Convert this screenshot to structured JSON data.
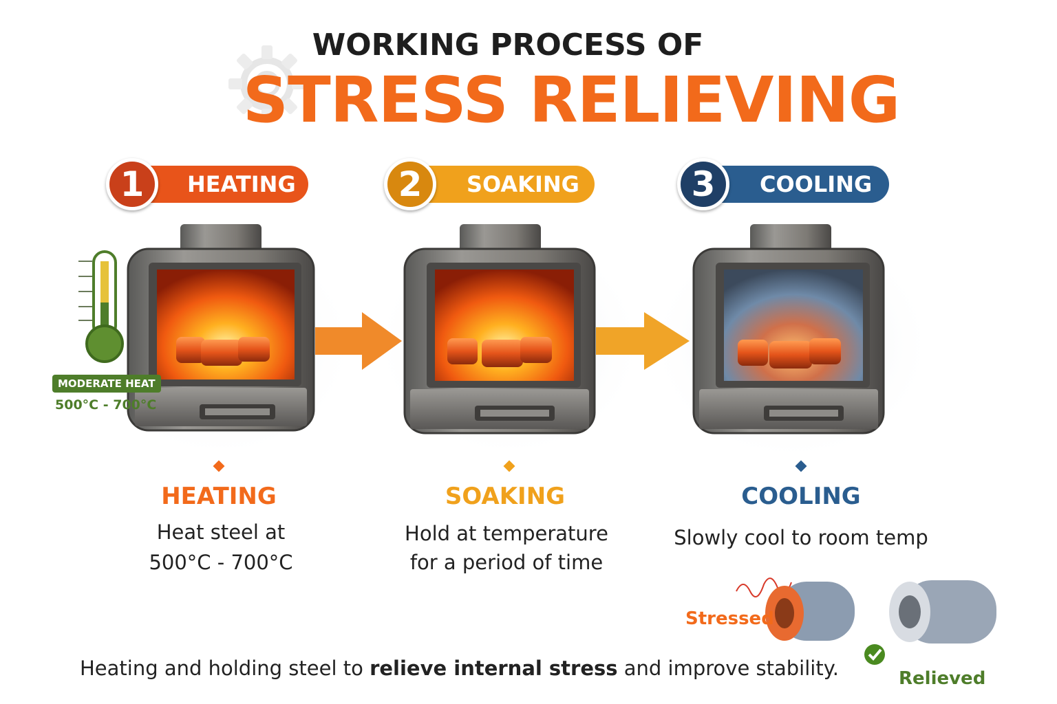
{
  "header": {
    "subtitle": "WORKING PROCESS OF",
    "title": "STRESS RELIEVING"
  },
  "steps": [
    {
      "number": "1",
      "badge": "HEATING",
      "title": "HEATING",
      "desc_line1": "Heat steel at",
      "desc_line2": "500°C - 700°C",
      "color": "#e8541a"
    },
    {
      "number": "2",
      "badge": "SOAKING",
      "title": "SOAKING",
      "desc_line1": "Hold at temperature",
      "desc_line2": "for a period of time",
      "color": "#f0a11c"
    },
    {
      "number": "3",
      "badge": "COOLING",
      "title": "COOLING",
      "desc_line1": "Slowly cool to room temp",
      "desc_line2": "",
      "color": "#2a5d8f"
    }
  ],
  "thermometer": {
    "tag": "MODERATE HEAT",
    "range": "500°C - 700°C",
    "color": "#4e7d2a"
  },
  "comparison": {
    "stressed": "Stressed",
    "relieved": "Relieved"
  },
  "footer": {
    "part1": "Heating and holding steel to ",
    "bold": "relieve internal stress",
    "part2": " and improve stability."
  }
}
